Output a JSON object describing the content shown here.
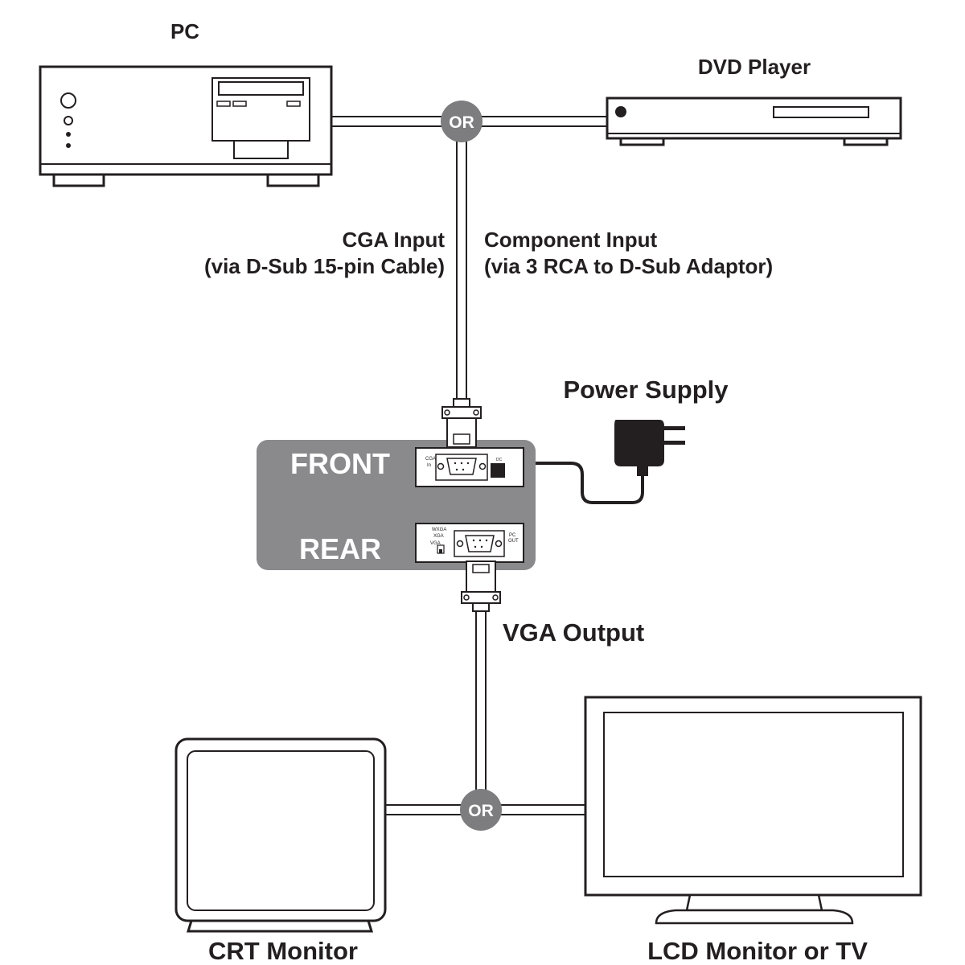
{
  "devices": {
    "pc": "PC",
    "dvd_player": "DVD Player",
    "power_supply": "Power Supply",
    "crt_monitor": "CRT Monitor",
    "lcd_monitor": "LCD Monitor or TV"
  },
  "connectors": {
    "or_top": "OR",
    "or_bottom": "OR"
  },
  "inputs": {
    "cga_line1": "CGA Input",
    "cga_line2": "(via D-Sub 15-pin Cable)",
    "component_line1": "Component Input",
    "component_line2": "(via 3 RCA to D-Sub Adaptor)",
    "vga_output": "VGA Output"
  },
  "converter": {
    "front_label": "FRONT",
    "rear_label": "REAR",
    "front_port_cga_1": "CGA",
    "front_port_cga_2": "In",
    "front_port_dc": "DC",
    "rear_switch_wxga": "WXGA",
    "rear_switch_xga": "XGA",
    "rear_switch_vga": "VGA",
    "rear_port_pc": "PC",
    "rear_port_out": "OUT"
  },
  "colors": {
    "panel_gray": "#8a8a8c",
    "or_circle": "#7d7d7f",
    "line_dark": "#231f20"
  }
}
